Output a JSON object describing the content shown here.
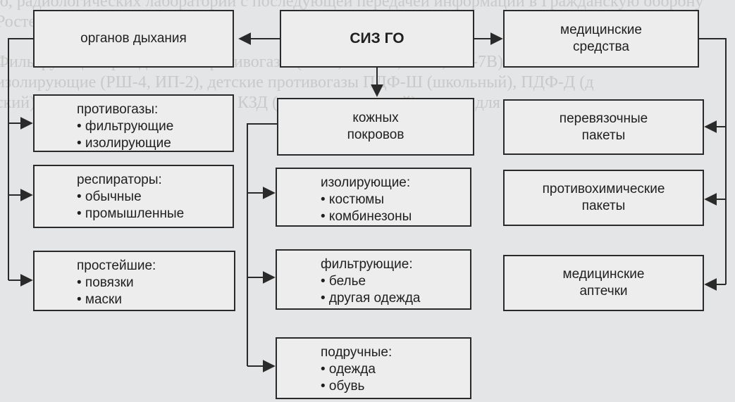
{
  "root": {
    "label": "СИЗ ГО"
  },
  "breathing": {
    "title": "органов дыхания",
    "gas_masks": {
      "heading": "противогазы:",
      "items": [
        "• фильтрующие",
        "• изолирующие"
      ]
    },
    "respirators": {
      "heading": "респираторы:",
      "items": [
        "• обычные",
        "• промышленные"
      ]
    },
    "simple": {
      "heading": "простейшие:",
      "items": [
        "• повязки",
        "• маски"
      ]
    }
  },
  "skin": {
    "title_lines": [
      "кожных",
      "покровов"
    ],
    "insulating": {
      "heading": "изолирующие:",
      "items": [
        "• костюмы",
        "• комбинезоны"
      ]
    },
    "filtering": {
      "heading": "фильтрующие:",
      "items": [
        "• белье",
        "• другая одежда"
      ]
    },
    "improvised": {
      "heading": "подручные:",
      "items": [
        "• одежда",
        "• обувь"
      ]
    }
  },
  "medical": {
    "title_lines": [
      "медицинские",
      "средства"
    ],
    "dressing": {
      "lines": [
        "перевязочные",
        "пакеты"
      ]
    },
    "antichemical": {
      "lines": [
        "противохимические",
        "пакеты"
      ]
    },
    "kits": {
      "lines": [
        "медицинские",
        "аптечки"
      ]
    }
  },
  "colors": {
    "line": "#2a2a2a",
    "box_fill": "#ededed",
    "page": "#e4e5e6"
  }
}
